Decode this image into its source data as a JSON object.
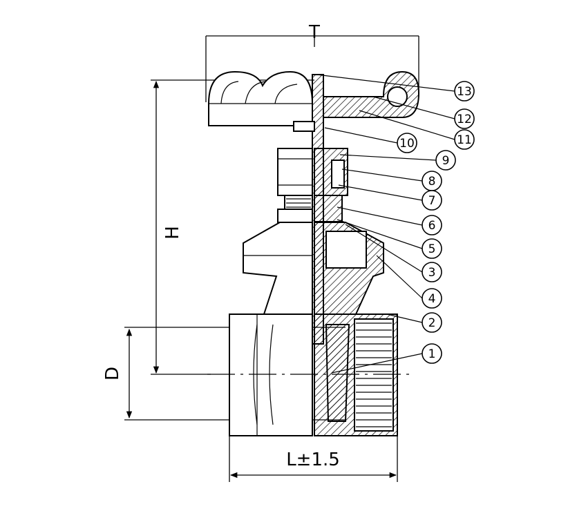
{
  "dimensions": {
    "top_width": "T",
    "height": "H",
    "diameter": "D",
    "length": "L±1.5"
  },
  "callouts": [
    {
      "number": "13"
    },
    {
      "number": "12"
    },
    {
      "number": "11"
    },
    {
      "number": "10"
    },
    {
      "number": "9"
    },
    {
      "number": "8"
    },
    {
      "number": "7"
    },
    {
      "number": "6"
    },
    {
      "number": "5"
    },
    {
      "number": "3"
    },
    {
      "number": "4"
    },
    {
      "number": "2"
    },
    {
      "number": "1"
    }
  ]
}
